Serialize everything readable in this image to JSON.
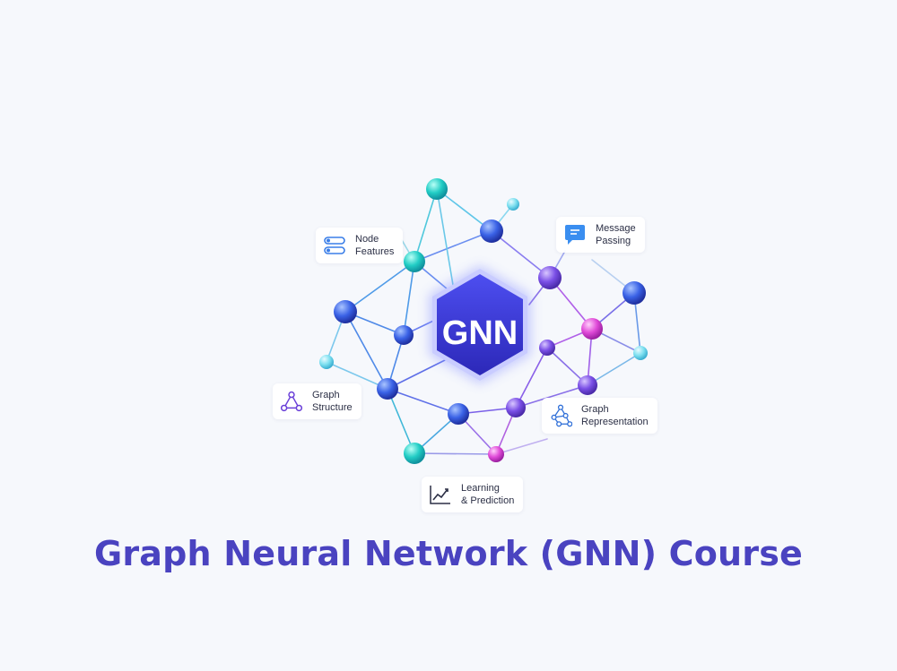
{
  "hub": {
    "text": "GNN"
  },
  "callouts": [
    {
      "id": "node-features",
      "line1": "Node",
      "line2": "Features",
      "icon": "toggle-list-icon"
    },
    {
      "id": "message-passing",
      "line1": "Message",
      "line2": "Passing",
      "icon": "chat-message-icon"
    },
    {
      "id": "graph-structure",
      "line1": "Graph",
      "line2": "Structure",
      "icon": "triangle-graph-icon"
    },
    {
      "id": "graph-representation",
      "line1": "Graph",
      "line2": "Representation",
      "icon": "network-graph-icon"
    },
    {
      "id": "learning-prediction",
      "line1": "Learning",
      "line2": "& Prediction",
      "icon": "line-chart-icon"
    }
  ],
  "title": "Graph Neural Network (GNN) Course",
  "colors": {
    "title": "#4a43c0",
    "hub_fill": "#3d3ad0",
    "hub_ring": "#bfc3ff",
    "teal": "#25d0c8",
    "blue": "#3560e0",
    "violet": "#7a4fe6",
    "pink": "#e04ad8",
    "light_cyan": "#7ee0f0"
  }
}
